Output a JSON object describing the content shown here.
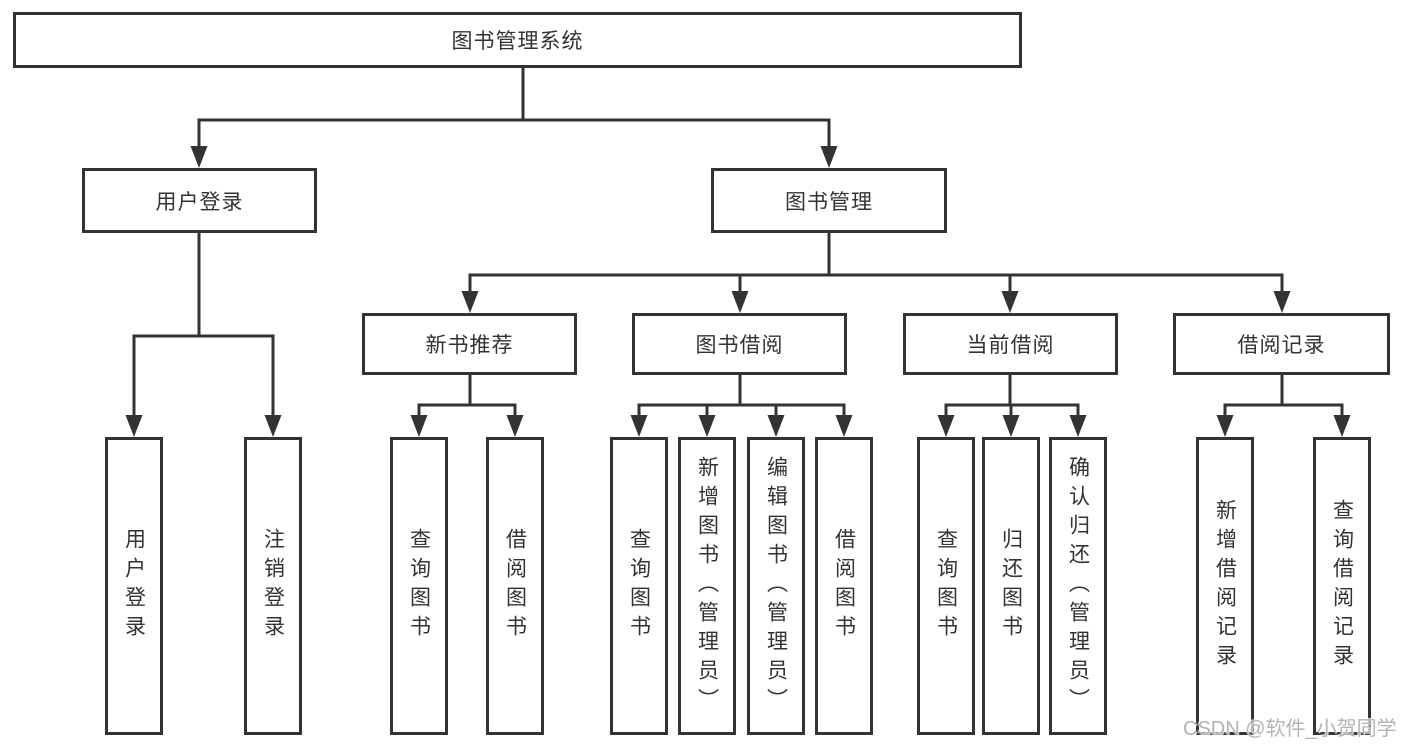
{
  "diagram": {
    "root": {
      "label": "图书管理系统"
    },
    "level2": [
      {
        "label": "用户登录"
      },
      {
        "label": "图书管理"
      }
    ],
    "level3": [
      {
        "label": "新书推荐",
        "parent": "图书管理"
      },
      {
        "label": "图书借阅",
        "parent": "图书管理"
      },
      {
        "label": "当前借阅",
        "parent": "图书管理"
      },
      {
        "label": "借阅记录",
        "parent": "图书管理"
      }
    ],
    "leaves": [
      {
        "label": "用户登录",
        "parent": "用户登录"
      },
      {
        "label": "注销登录",
        "parent": "用户登录"
      },
      {
        "label": "查询图书",
        "parent": "新书推荐"
      },
      {
        "label": "借阅图书",
        "parent": "新书推荐"
      },
      {
        "label": "查询图书",
        "parent": "图书借阅"
      },
      {
        "label": "新增图书（管理员）",
        "parent": "图书借阅"
      },
      {
        "label": "编辑图书（管理员）",
        "parent": "图书借阅"
      },
      {
        "label": "借阅图书",
        "parent": "图书借阅"
      },
      {
        "label": "查询图书",
        "parent": "当前借阅"
      },
      {
        "label": "归还图书",
        "parent": "当前借阅"
      },
      {
        "label": "确认归还（管理员）",
        "parent": "当前借阅"
      },
      {
        "label": "新增借阅记录",
        "parent": "借阅记录"
      },
      {
        "label": "查询借阅记录",
        "parent": "借阅记录"
      }
    ],
    "colors": {
      "line": "#333333",
      "text": "#333333",
      "background": "#ffffff",
      "watermark": "#b3b3b3"
    }
  },
  "watermark": {
    "text": "CSDN @软件_小贺同学"
  }
}
